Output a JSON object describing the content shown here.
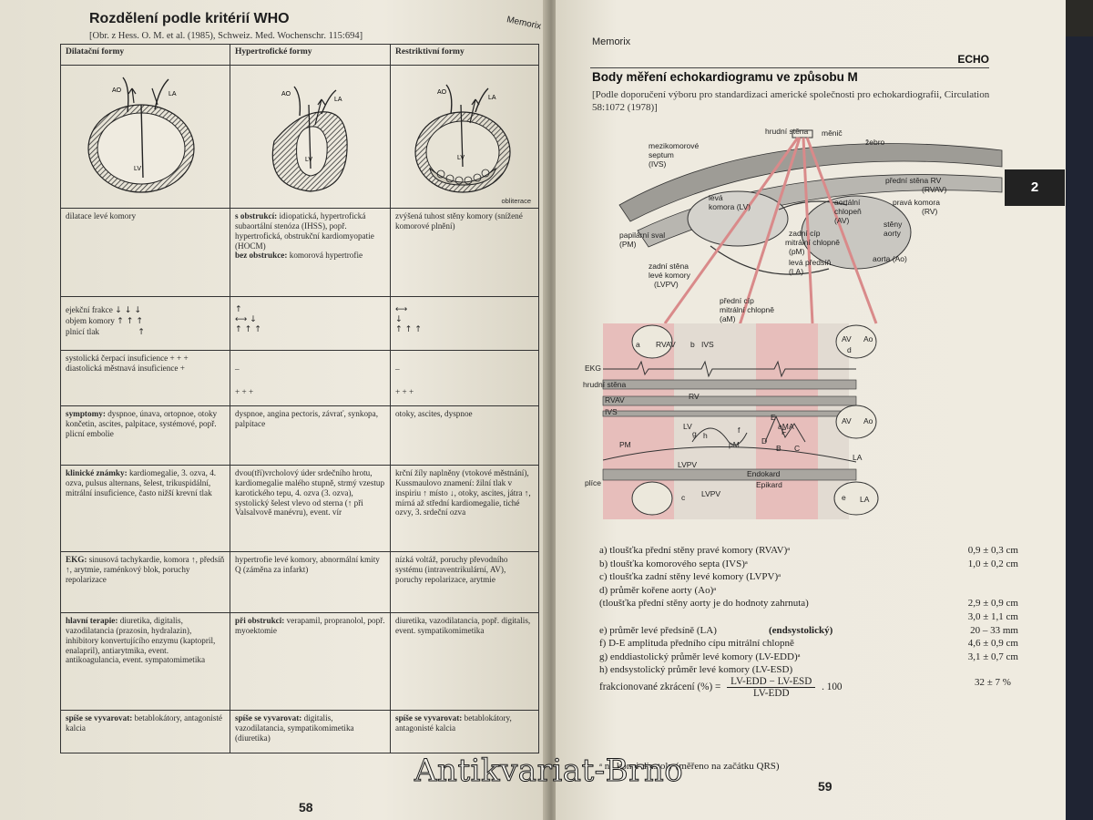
{
  "left_page": {
    "title": "Rozdělení podle kritérií WHO",
    "running_head": "Memorix",
    "reference": "[Obr. z Hess. O. M. et al. (1985), Schweiz. Med. Wochenschr. 115:694]",
    "page_number": "58",
    "columns": [
      "Dilatační formy",
      "Hypertrofické formy",
      "Restriktivní formy"
    ],
    "figure_labels": {
      "ao": "AO",
      "la": "LA",
      "lv": "LV",
      "obliterace": "obliterace"
    },
    "rows": {
      "definition": {
        "col1": "dilatace levé komory",
        "col2_bold1": "s obstrukcí:",
        "col2_text1": " idiopatická, hypertrofická subaortální stenóza (IHSS), popř. hypertrofická, obstrukční kardiomyopatie (HOCM)",
        "col2_bold2": "bez obstrukce:",
        "col2_text2": " komorová hypertrofie",
        "col3": "zvýšená tuhost stěny komory (snížené komorové plnění)"
      },
      "hemodynamics": {
        "labels": [
          "ejekční frakce",
          "objem komory",
          "plnicí tlak"
        ],
        "col1_arrows": [
          "↓ ↓ ↓",
          "↑ ↑ ↑",
          "↑"
        ],
        "col2_arrows": [
          "↑",
          "⟷ ↓",
          "↑ ↑ ↑"
        ],
        "col3_arrows": [
          "⟷",
          "↓",
          "↑ ↑ ↑"
        ]
      },
      "insufficiency": {
        "col1_line1": "systolická čerpací insuficience + + +",
        "col1_line2": "diastolická městnavá insuficience +",
        "col2_top": "–",
        "col2_bottom": "+ + +",
        "col3_top": "–",
        "col3_bottom": "+ + +"
      },
      "symptoms": {
        "col1_bold": "symptomy:",
        "col1_text": " dyspnoe, únava, ortopnoe, otoky končetin, ascites, palpitace, systémové, popř. plicní embolie",
        "col2": "dyspnoe, angina pectoris, závrať, synkopa, palpitace",
        "col3": "otoky, ascites, dyspnoe"
      },
      "clinical": {
        "col1_bold": "klinické známky:",
        "col1_text": " kardiomegalie, 3. ozva, 4. ozva, pulsus alternans, šelest, trikuspidální, mitrální insuficience, často nižší krevní tlak",
        "col2": "dvou(tří)vrcholový úder srdečního hrotu, kardiomegalie malého stupně, strmý vzestup karotického tepu, 4. ozva (3. ozva), systolický šelest vlevo od sterna (↑ při Valsalvově manévru), event. vír",
        "col3": "krční žíly naplněny (vtokové městnání), Kussmaulovo znamení: žilní tlak v inspiriu ↑ místo ↓, otoky, ascites, játra ↑, mírná až střední kardiomegalie, tiché ozvy, 3. srdeční ozva"
      },
      "ekg": {
        "col1_bold": "EKG:",
        "col1_text": " sinusová tachykardie, komora ↑, předsíň ↑, arytmie, raménkový blok, poruchy repolarizace",
        "col2": "hypertrofie levé komory, abnormální kmity Q (záměna za infarkt)",
        "col3": "nízká voltáž, poruchy převodního systému (intraventrikulární, AV), poruchy repolarizace, arytmie"
      },
      "therapy": {
        "col1_bold": "hlavní terapie:",
        "col1_text": " diuretika, digitalis, vazodilatancia (prazosin, hydralazin), inhibitory konvertujícího enzymu (kaptopril, enalapril), antiarytmika, event. antikoagulancia, event. sympatomimetika",
        "col2_bold": "při obstrukci:",
        "col2_text": " verapamil, propranolol, popř. myoektomie",
        "col3": "diuretika, vazodilatancia, popř. digitalis, event. sympatikomimetika"
      },
      "avoid": {
        "col1_bold": "spíše se vyvarovat:",
        "col1_text": " betablokátory, antagonisté kalcia",
        "col2_bold": "spíše se vyvarovat:",
        "col2_text": " digitalis, vazodilatancia, sympatikomimetika (diuretika)",
        "col3_bold": "spíše se vyvarovat:",
        "col3_text": " betablokátory, antagonisté kalcia"
      }
    }
  },
  "right_page": {
    "running_head": "Memorix",
    "section": "ECHO",
    "chapter_tab": "2",
    "title": "Body měření echokardiogramu ve způsobu M",
    "reference": "[Podle doporučení výboru pro standardizaci americké společnosti pro echokardiografii, Circulation 58:1072 (1978)]",
    "diagram_labels": {
      "hrudni_stena": "hrudní stěna",
      "menic": "měnič",
      "mezikomorove": "mezikomorové",
      "septum": "septum",
      "ivs": "(IVS)",
      "zebro": "žebro",
      "predni_stena_rv": "přední stěna RV",
      "rvav": "(RVAV)",
      "prava_komora": "pravá komora",
      "rv": "(RV)",
      "leva_komora": "levá",
      "leva_komora2": "komora (LV)",
      "aortalni": "aortální",
      "chlopen": "chlopeň",
      "av": "(AV)",
      "steny": "stěny",
      "aorty": "aorty",
      "papilarni": "papilární sval",
      "pm": "(PM)",
      "zadni_cip": "zadní cíp",
      "mitralni_chlopne": "mitrální chlopně",
      "pm2": "(pM)",
      "aorta": "aorta (Ao)",
      "leva_predsin": "levá předsíň",
      "la": "(LA)",
      "zadni_stena": "zadní stěna",
      "leve_komory": "levé komory",
      "lvpv": "(LVPV)",
      "predni_cip": "přední cíp",
      "mitralni_chlopne2": "mitrální chlopně",
      "am": "(aM)",
      "ekg": "EKG",
      "hrudni_stena2": "hrudní stěna",
      "rvav_trace": "RVAV",
      "rv_trace": "RV",
      "ivs_trace": "IVS",
      "lv_trace": "LV",
      "pm_trace": "PM",
      "pm_small": "pM",
      "am_trace": "aM",
      "lvpv_trace": "LVPV",
      "endokard": "Endokard",
      "epikard": "Epikard",
      "plice": "plíce",
      "av_trace": "AV",
      "ao_trace": "Ao",
      "la_trace": "LA",
      "letter_a": "a",
      "letter_b": "b",
      "letter_c": "c",
      "letter_d": "d",
      "letter_e": "e",
      "letter_g": "g",
      "letter_h": "h",
      "letter_f": "f",
      "wave_E": "E",
      "wave_A": "A",
      "wave_D": "D",
      "wave_B": "B",
      "wave_C": "C",
      "wave_F": "F"
    },
    "measurements": [
      {
        "label": "a) tloušťka přední stěny pravé komory (RVAV)ᵃ",
        "value": "0,9 ± 0,3 cm"
      },
      {
        "label": "b) tloušťka komorového septa (IVS)ᵃ",
        "value": "1,0 ± 0,2 cm"
      },
      {
        "label": "c) tloušťka zadní stěny levé komory (LVPV)ᵃ",
        "value": ""
      },
      {
        "label": "d) průměr kořene aorty (Ao)ᵃ",
        "value": ""
      },
      {
        "label": "    (tloušťka přední stěny aorty je do hodnoty zahrnuta)",
        "value": "2,9 ± 0,9 cm"
      },
      {
        "label": "",
        "value": "3,0 ± 1,1 cm"
      },
      {
        "label": "e) průměr levé předsíně (LA) ",
        "bold": "(endsystolický)",
        "value": "20 – 33 mm"
      },
      {
        "label": "f) D-E amplituda předního cípu mitrální chlopně",
        "value": "4,6 ± 0,9 cm"
      },
      {
        "label": "g) enddiastolický průměr levé komory (LV-EDD)ᵃ",
        "value": "3,1 ± 0,7 cm"
      },
      {
        "label": "h) endsystolický průměr levé komory (LV-ESD)",
        "value": ""
      }
    ],
    "formula": {
      "lhs": "frakcionované zkrácení (%) =",
      "numerator": "LV-EDD − LV-ESD",
      "denominator": "LV-EDD",
      "times": ". 100",
      "value": "32 ± 7 %"
    },
    "footnote": "ᵃ na konci diastoly (měřeno na začátku QRS)",
    "page_number": "59",
    "watermark": "Antikvariat-Brno"
  }
}
